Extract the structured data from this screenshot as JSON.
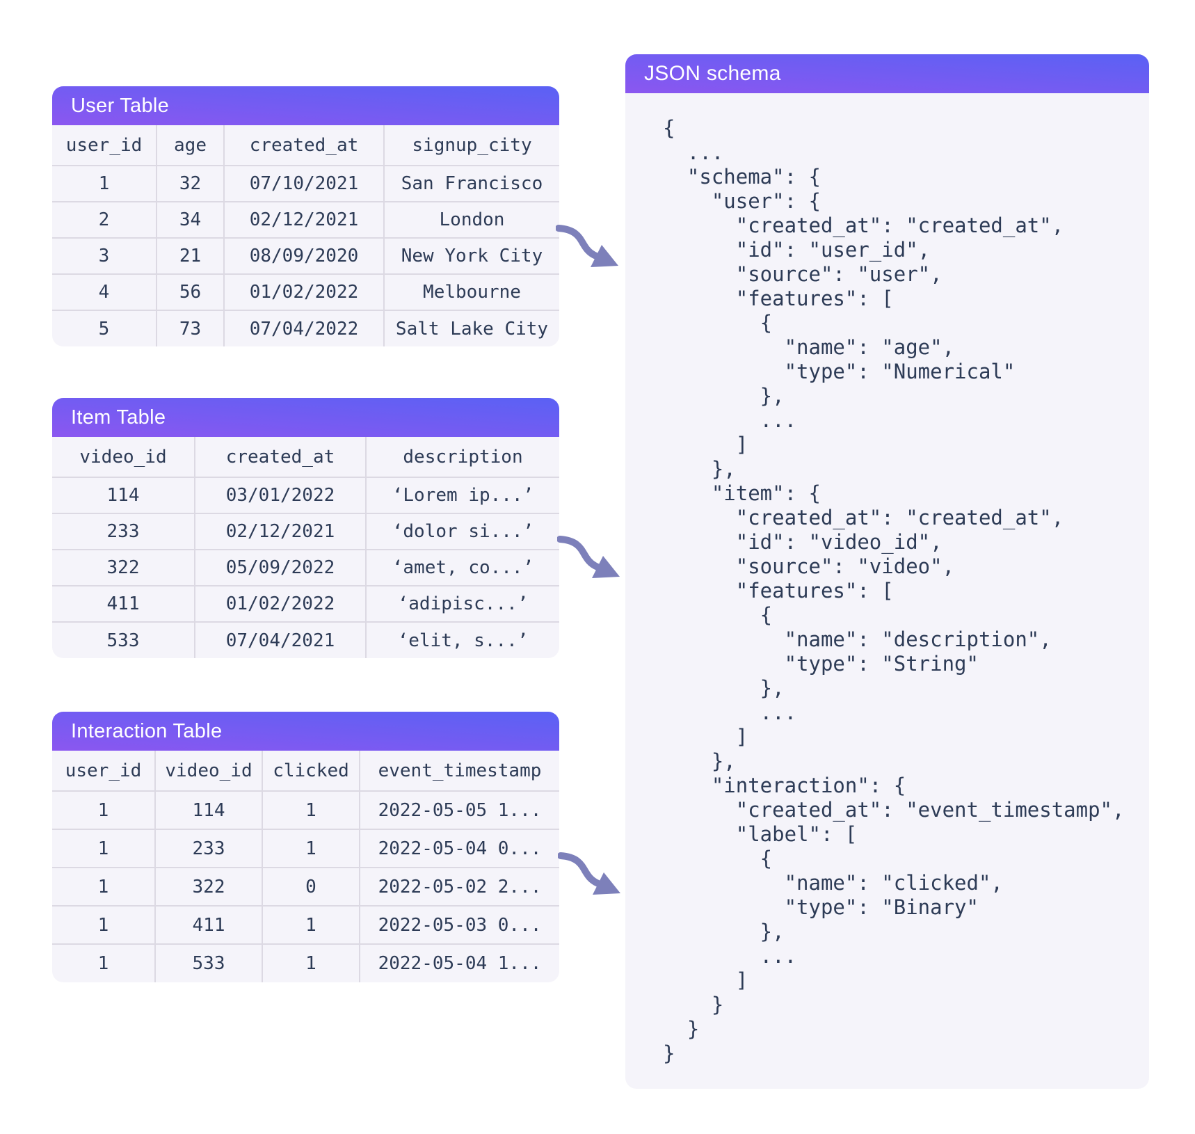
{
  "colors": {
    "header_gradient_start": "#8b57f0",
    "header_gradient_end": "#5a61f4",
    "card_background": "#f5f4fa",
    "cell_border": "#dcd9e3",
    "text": "#2d3b56",
    "arrow": "#7d80ba"
  },
  "tables": [
    {
      "title": "User Table",
      "columns": [
        "user_id",
        "age",
        "created_at",
        "signup_city"
      ],
      "rows": [
        [
          "1",
          "32",
          "07/10/2021",
          "San Francisco"
        ],
        [
          "2",
          "34",
          "02/12/2021",
          "London"
        ],
        [
          "3",
          "21",
          "08/09/2020",
          "New York City"
        ],
        [
          "4",
          "56",
          "01/02/2022",
          "Melbourne"
        ],
        [
          "5",
          "73",
          "07/04/2022",
          "Salt Lake City"
        ]
      ]
    },
    {
      "title": "Item Table",
      "columns": [
        "video_id",
        "created_at",
        "description"
      ],
      "rows": [
        [
          "114",
          "03/01/2022",
          "‘Lorem ip...’"
        ],
        [
          "233",
          "02/12/2021",
          "‘dolor si...’"
        ],
        [
          "322",
          "05/09/2022",
          "‘amet, co...’"
        ],
        [
          "411",
          "01/02/2022",
          "‘adipisc...’"
        ],
        [
          "533",
          "07/04/2021",
          "‘elit, s...’"
        ]
      ]
    },
    {
      "title": "Interaction Table",
      "columns": [
        "user_id",
        "video_id",
        "clicked",
        "event_timestamp"
      ],
      "rows": [
        [
          "1",
          "114",
          "1",
          "2022-05-05 1..."
        ],
        [
          "1",
          "233",
          "1",
          "2022-05-04 0..."
        ],
        [
          "1",
          "322",
          "0",
          "2022-05-02 2..."
        ],
        [
          "1",
          "411",
          "1",
          "2022-05-03 0..."
        ],
        [
          "1",
          "533",
          "1",
          "2022-05-04 1..."
        ]
      ]
    }
  ],
  "json_panel": {
    "title": "JSON schema",
    "code": "{\n  ...\n  \"schema\": {\n    \"user\": {\n      \"created_at\": \"created_at\",\n      \"id\": \"user_id\",\n      \"source\": \"user\",\n      \"features\": [\n        {\n          \"name\": \"age\",\n          \"type\": \"Numerical\"\n        },\n        ...\n      ]\n    },\n    \"item\": {\n      \"created_at\": \"created_at\",\n      \"id\": \"video_id\",\n      \"source\": \"video\",\n      \"features\": [\n        {\n          \"name\": \"description\",\n          \"type\": \"String\"\n        },\n        ...\n      ]\n    },\n    \"interaction\": {\n      \"created_at\": \"event_timestamp\",\n      \"label\": [\n        {\n          \"name\": \"clicked\",\n          \"type\": \"Binary\"\n        },\n        ...\n      ]\n    }\n  }\n}"
  }
}
